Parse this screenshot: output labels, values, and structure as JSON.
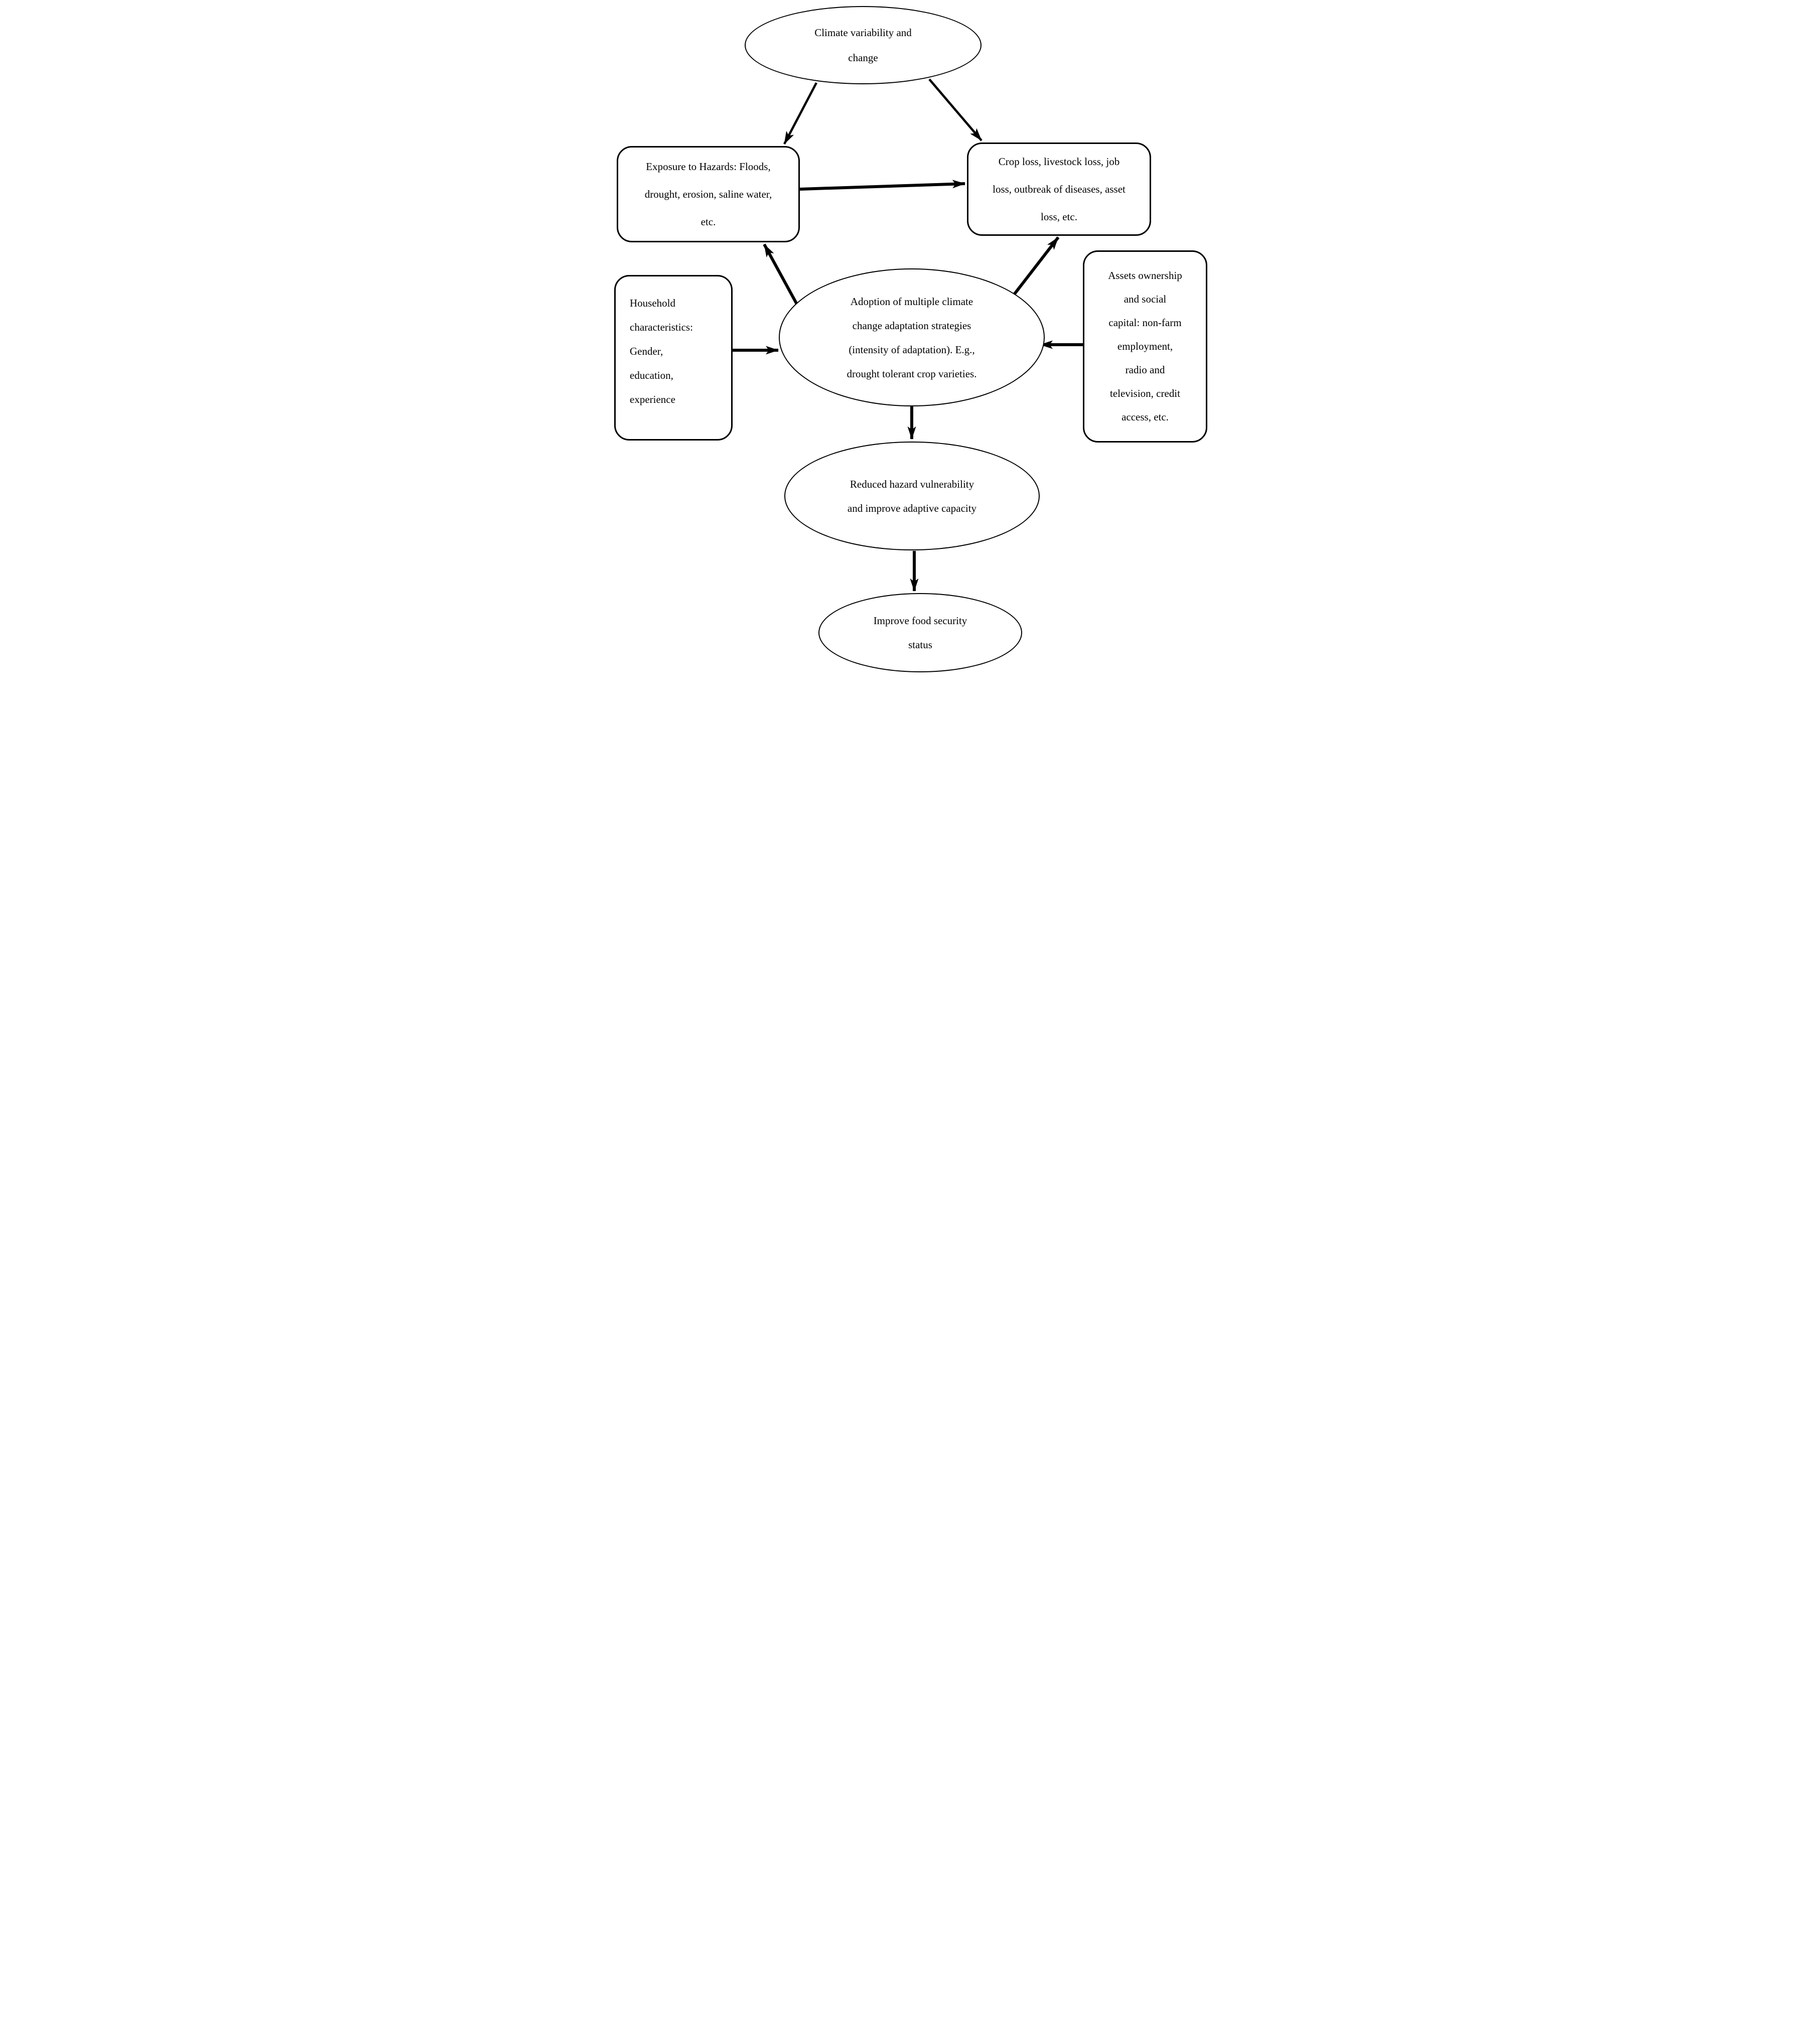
{
  "figure": {
    "type": "flow-diagram",
    "background_color": "#ffffff",
    "ink_color": "#000000"
  },
  "nodes": {
    "climate": {
      "shape": "ellipse",
      "label": [
        "Climate variability and",
        "change"
      ]
    },
    "exposure": {
      "shape": "rounded-rectangle",
      "label": [
        "Exposure to Hazards: Floods,",
        "drought, erosion, saline water,",
        "etc."
      ]
    },
    "losses": {
      "shape": "rounded-rectangle",
      "label": [
        "Crop loss, livestock loss, job",
        "loss, outbreak of diseases, asset",
        "loss, etc."
      ]
    },
    "household": {
      "shape": "rounded-rectangle",
      "label": [
        "Household",
        "characteristics:",
        "Gender,",
        "education,",
        "experience"
      ]
    },
    "adoption": {
      "shape": "ellipse",
      "label": [
        "Adoption of multiple climate",
        "change adaptation strategies",
        "(intensity of adaptation). E.g.,",
        "drought tolerant crop varieties."
      ]
    },
    "assets": {
      "shape": "rounded-rectangle",
      "label": [
        "Assets ownership",
        "and social",
        "capital: non-farm",
        "employment,",
        "radio and",
        "television, credit",
        "access, etc."
      ]
    },
    "reduced": {
      "shape": "ellipse",
      "label": [
        "Reduced hazard vulnerability",
        "and improve adaptive capacity"
      ]
    },
    "food": {
      "shape": "ellipse",
      "label": [
        "Improve food security",
        "status"
      ]
    }
  },
  "edges": [
    {
      "from": "climate",
      "to": "exposure"
    },
    {
      "from": "climate",
      "to": "losses"
    },
    {
      "from": "exposure",
      "to": "losses"
    },
    {
      "from": "adoption",
      "to": "exposure"
    },
    {
      "from": "adoption",
      "to": "losses"
    },
    {
      "from": "household",
      "to": "adoption"
    },
    {
      "from": "assets",
      "to": "adoption"
    },
    {
      "from": "adoption",
      "to": "reduced"
    },
    {
      "from": "reduced",
      "to": "food"
    }
  ]
}
